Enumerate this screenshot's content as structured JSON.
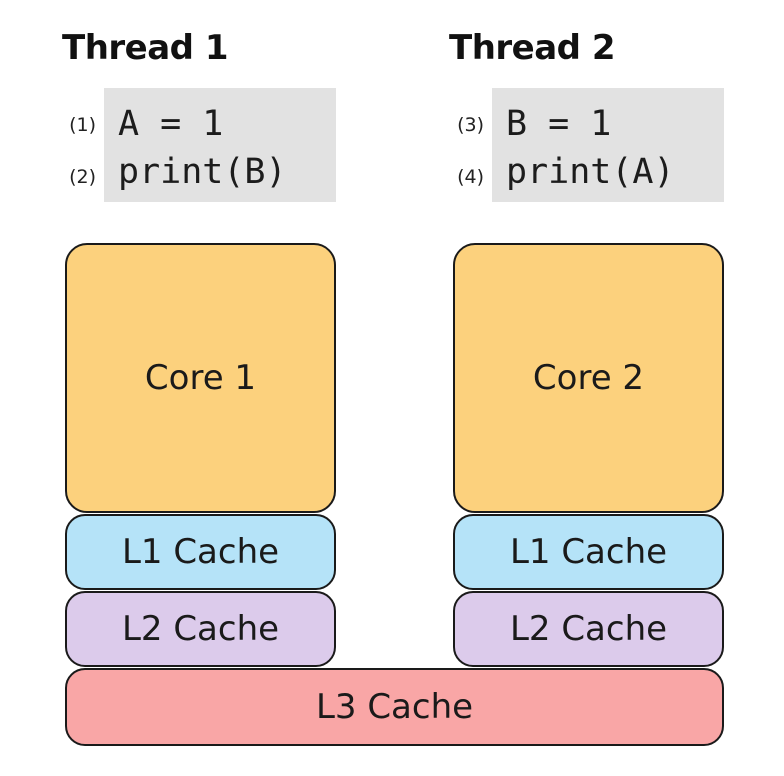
{
  "colors": {
    "core": "#fcd17d",
    "l1_cache": "#b5e3f8",
    "l2_cache": "#dccbeb",
    "l3_cache": "#f9a6a6",
    "code_background": "#e2e2e2",
    "outline": "#1a1a1a"
  },
  "thread1": {
    "title": "Thread 1",
    "lines": [
      {
        "num": "(1)",
        "code": "A = 1"
      },
      {
        "num": "(2)",
        "code": "print(B)"
      }
    ],
    "core": "Core 1",
    "l1": "L1 Cache",
    "l2": "L2 Cache"
  },
  "thread2": {
    "title": "Thread 2",
    "lines": [
      {
        "num": "(3)",
        "code": "B = 1"
      },
      {
        "num": "(4)",
        "code": "print(A)"
      }
    ],
    "core": "Core 2",
    "l1": "L1 Cache",
    "l2": "L2 Cache"
  },
  "shared": {
    "l3": "L3 Cache"
  }
}
